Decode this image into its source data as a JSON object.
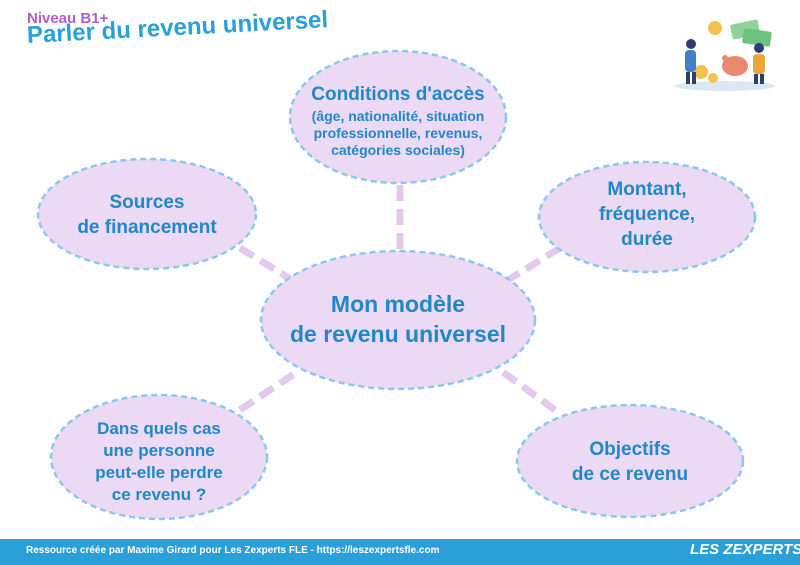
{
  "header": {
    "level": "Niveau B1+",
    "title": "Parler du revenu universel"
  },
  "diagram": {
    "center": [
      "Mon modèle",
      "de revenu universel"
    ],
    "nodes": {
      "top": [
        "Conditions d'accès",
        "(âge, nationalité, situation",
        "professionnelle, revenus,",
        "catégories sociales)"
      ],
      "top_left": [
        "Sources",
        "de financement"
      ],
      "top_right": [
        "Montant,",
        "fréquence,",
        "durée"
      ],
      "bottom_left": [
        "Dans quels cas",
        "une personne",
        "peut-elle perdre",
        "ce revenu ?"
      ],
      "bottom_right": [
        "Objectifs",
        "de ce revenu"
      ]
    }
  },
  "colors": {
    "accent": "#2a9fd8",
    "node_fill": "#ecd9f3",
    "node_border": "#8cc8ec",
    "connector": "#e5c8ee",
    "level": "#b35cc8"
  },
  "footer": {
    "credit": "Ressource créée par Maxime Girard pour Les Zexperts FLE - https://leszexpertsfle.com",
    "logo": "LES ZEXPERTS FLE"
  }
}
